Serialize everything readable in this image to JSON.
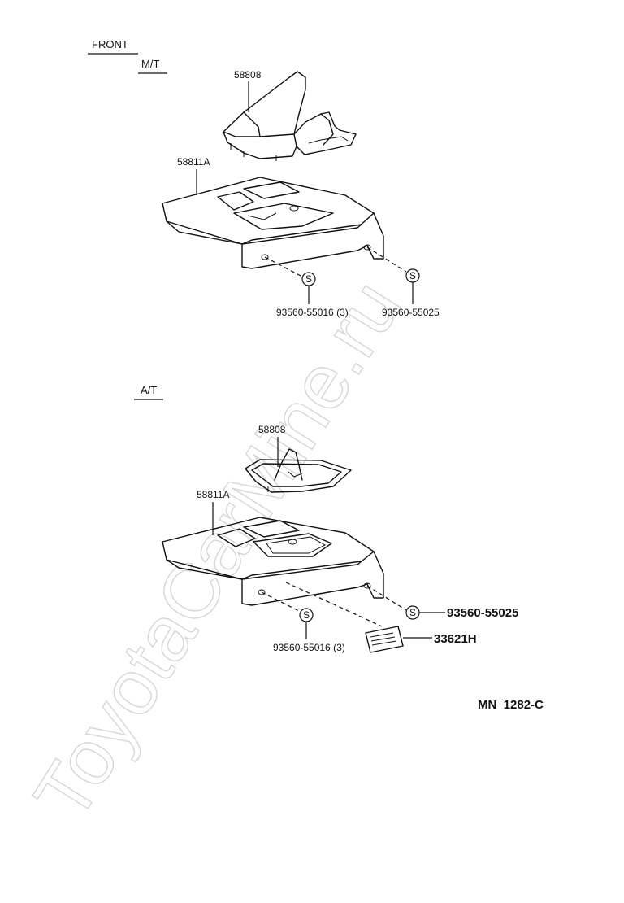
{
  "watermark": "ToyotaCarMine.ru",
  "header": {
    "front": "FRONT",
    "mt": "M/T",
    "at": "A/T"
  },
  "mt_section": {
    "boot_part": "58808",
    "console_part": "58811A",
    "screw_left": "93560-55016 (3)",
    "screw_right": "93560-55025",
    "screw_symbol": "S"
  },
  "at_section": {
    "boot_part": "58808",
    "console_part": "58811A",
    "screw_left": "93560-55016 (3)",
    "screw_right": "93560-55025",
    "label_part": "33621H",
    "screw_symbol": "S"
  },
  "footer": {
    "code": "MN  1282-C"
  }
}
